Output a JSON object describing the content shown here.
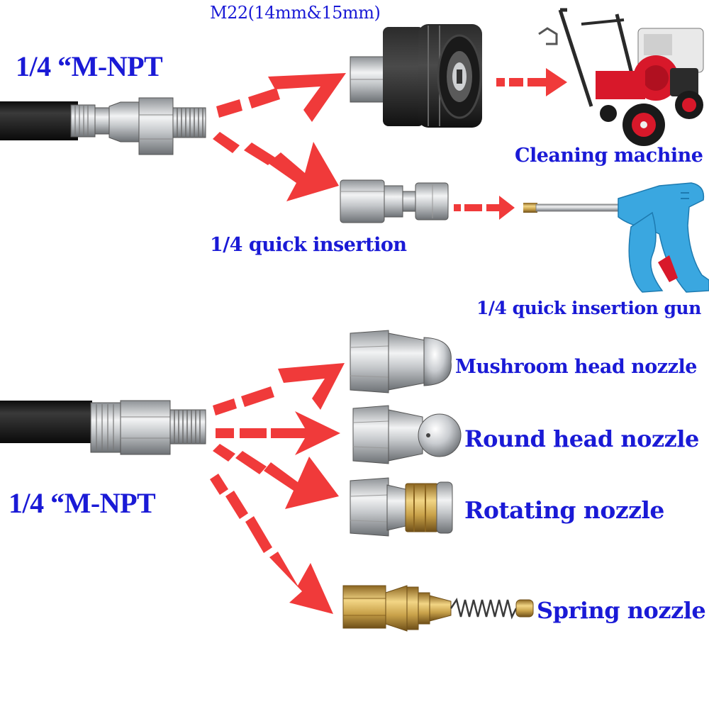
{
  "labels": {
    "npt_top": "1/4 “M-NPT",
    "m22": "M22(14mm&15mm)",
    "cleaning_machine": "Cleaning machine",
    "quick_insertion": "1/4 quick insertion",
    "quick_insertion_gun": "1/4 quick insertion gun",
    "mushroom_nozzle": "Mushroom head nozzle",
    "round_nozzle": "Round head nozzle",
    "rotating_nozzle": "Rotating nozzle",
    "spring_nozzle": "Spring nozzle",
    "npt_bottom": "1/4 “M-NPT"
  },
  "colors": {
    "label_text": "#1a1ad6",
    "arrow": "#f03a3a",
    "hose": "#1c1c1c",
    "steel": "#c9ccd0",
    "brass": "#c9a24a",
    "machine_red": "#d8182a",
    "gun_blue": "#3aa7e0"
  },
  "icons": [
    "hose-fitting-icon",
    "m22-coupler-icon",
    "quick-plug-icon",
    "pressure-washer-icon",
    "spray-gun-icon",
    "nozzle-icon",
    "arrow-icon"
  ]
}
